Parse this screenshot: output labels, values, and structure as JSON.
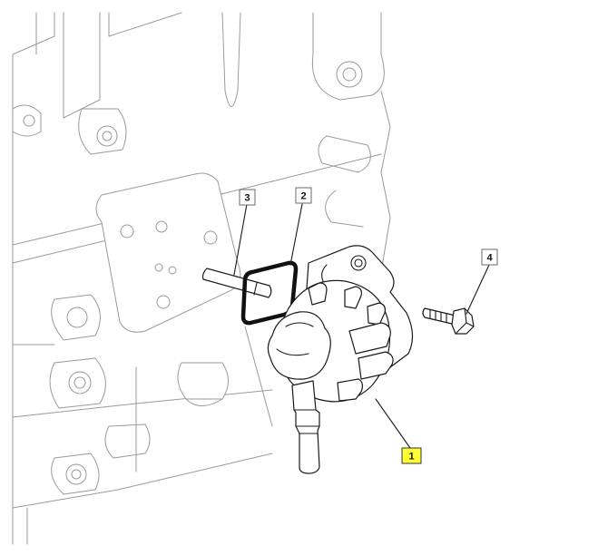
{
  "callouts": [
    {
      "id": "1",
      "label": "1",
      "highlighted": true
    },
    {
      "id": "2",
      "label": "2",
      "highlighted": false
    },
    {
      "id": "3",
      "label": "3",
      "highlighted": false
    },
    {
      "id": "4",
      "label": "4",
      "highlighted": false
    }
  ],
  "colors": {
    "highlight": "#ffff33",
    "line": "#1a1a1a",
    "background_line": "#9a9a9a"
  }
}
